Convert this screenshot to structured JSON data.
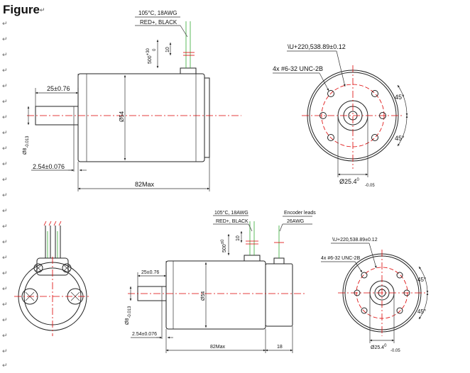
{
  "page": {
    "title": "Figure",
    "paragraph_mark": "↵"
  },
  "top_side_view": {
    "wire_spec": "105°C, 18AWG",
    "wire_colors": "RED+, BLACK",
    "lead_length": "500",
    "lead_length_tol_upper": "+30",
    "lead_length_tol_lower": "0",
    "lead_dim": "10",
    "shaft_length": "25±0.76",
    "shaft_dia": "Ø8",
    "shaft_dia_tol": "-0.013",
    "body_dia": "Ø54",
    "flange_thickness": "2.54±0.076",
    "body_length": "82Max"
  },
  "top_end_view": {
    "bolt_circle": "\\U+220,538.89±0.12",
    "screw_holes": "4x #6-32 UNC-2B",
    "angle_1": "45°",
    "angle_2": "45°",
    "pilot_dia": "Ø25.4",
    "pilot_tol_upper": "0",
    "pilot_tol_lower": "-0.05"
  },
  "bottom_side_view": {
    "wire_spec": "105°C, 18AWG",
    "wire_colors": "RED+, BLACK",
    "encoder_label": "Encoder leads",
    "encoder_wire": "26AWG",
    "lead_length": "500",
    "lead_length_tol": "±0",
    "lead_dim": "10",
    "shaft_length": "25±0.76",
    "shaft_dia": "Ø8",
    "shaft_dia_tol": "-0.013",
    "body_dia": "Ø54",
    "flange_thickness": "2.54±0.076",
    "body_length": "82Max",
    "encoder_length": "18"
  },
  "bottom_end_view": {
    "bolt_circle": "\\U+220,538.89±0.12",
    "screw_holes": "4x #6-32 UNC-2B",
    "angle_1": "45°",
    "angle_2": "45°",
    "pilot_dia": "Ø25.4",
    "pilot_tol_upper": "0",
    "pilot_tol_lower": "-0.05"
  }
}
